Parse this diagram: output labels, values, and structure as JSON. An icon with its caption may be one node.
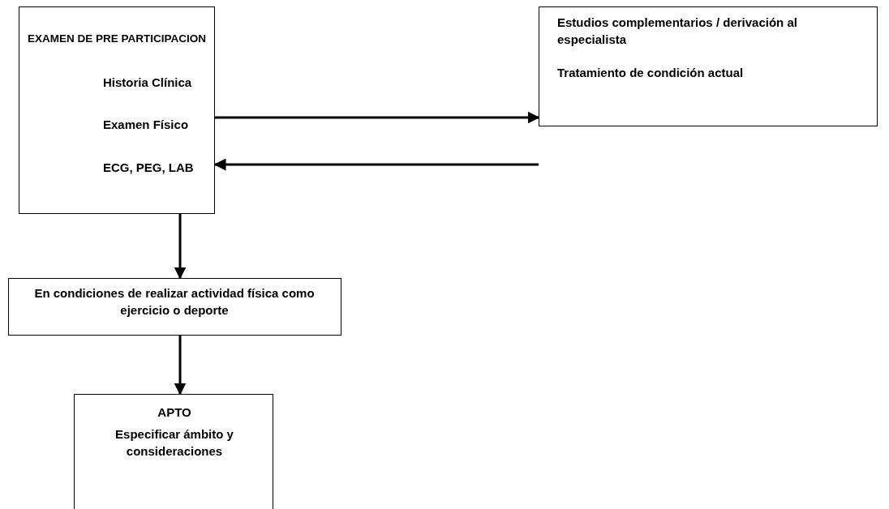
{
  "diagram": {
    "nodes": [
      {
        "text": [
          "EXAMEN DE PRE PARTICIPACION",
          "Historia Clínica",
          "Examen Físico",
          "ECG, PEG, LAB"
        ]
      },
      {
        "text": [
          "Estudios complementarios / derivación al especialista",
          "Tratamiento de condición actual"
        ]
      },
      {
        "text": [
          "En condiciones de realizar actividad física como ejercicio o deporte"
        ]
      },
      {
        "text": [
          "APTO",
          "Especificar ámbito y consideraciones"
        ]
      }
    ],
    "edges": [
      {
        "from": 0,
        "to": 1,
        "arrow": "to"
      },
      {
        "from": 1,
        "to": 0,
        "arrow": "to"
      },
      {
        "from": 0,
        "to": 2,
        "arrow": "to"
      },
      {
        "from": 2,
        "to": 3,
        "arrow": "to"
      }
    ]
  }
}
